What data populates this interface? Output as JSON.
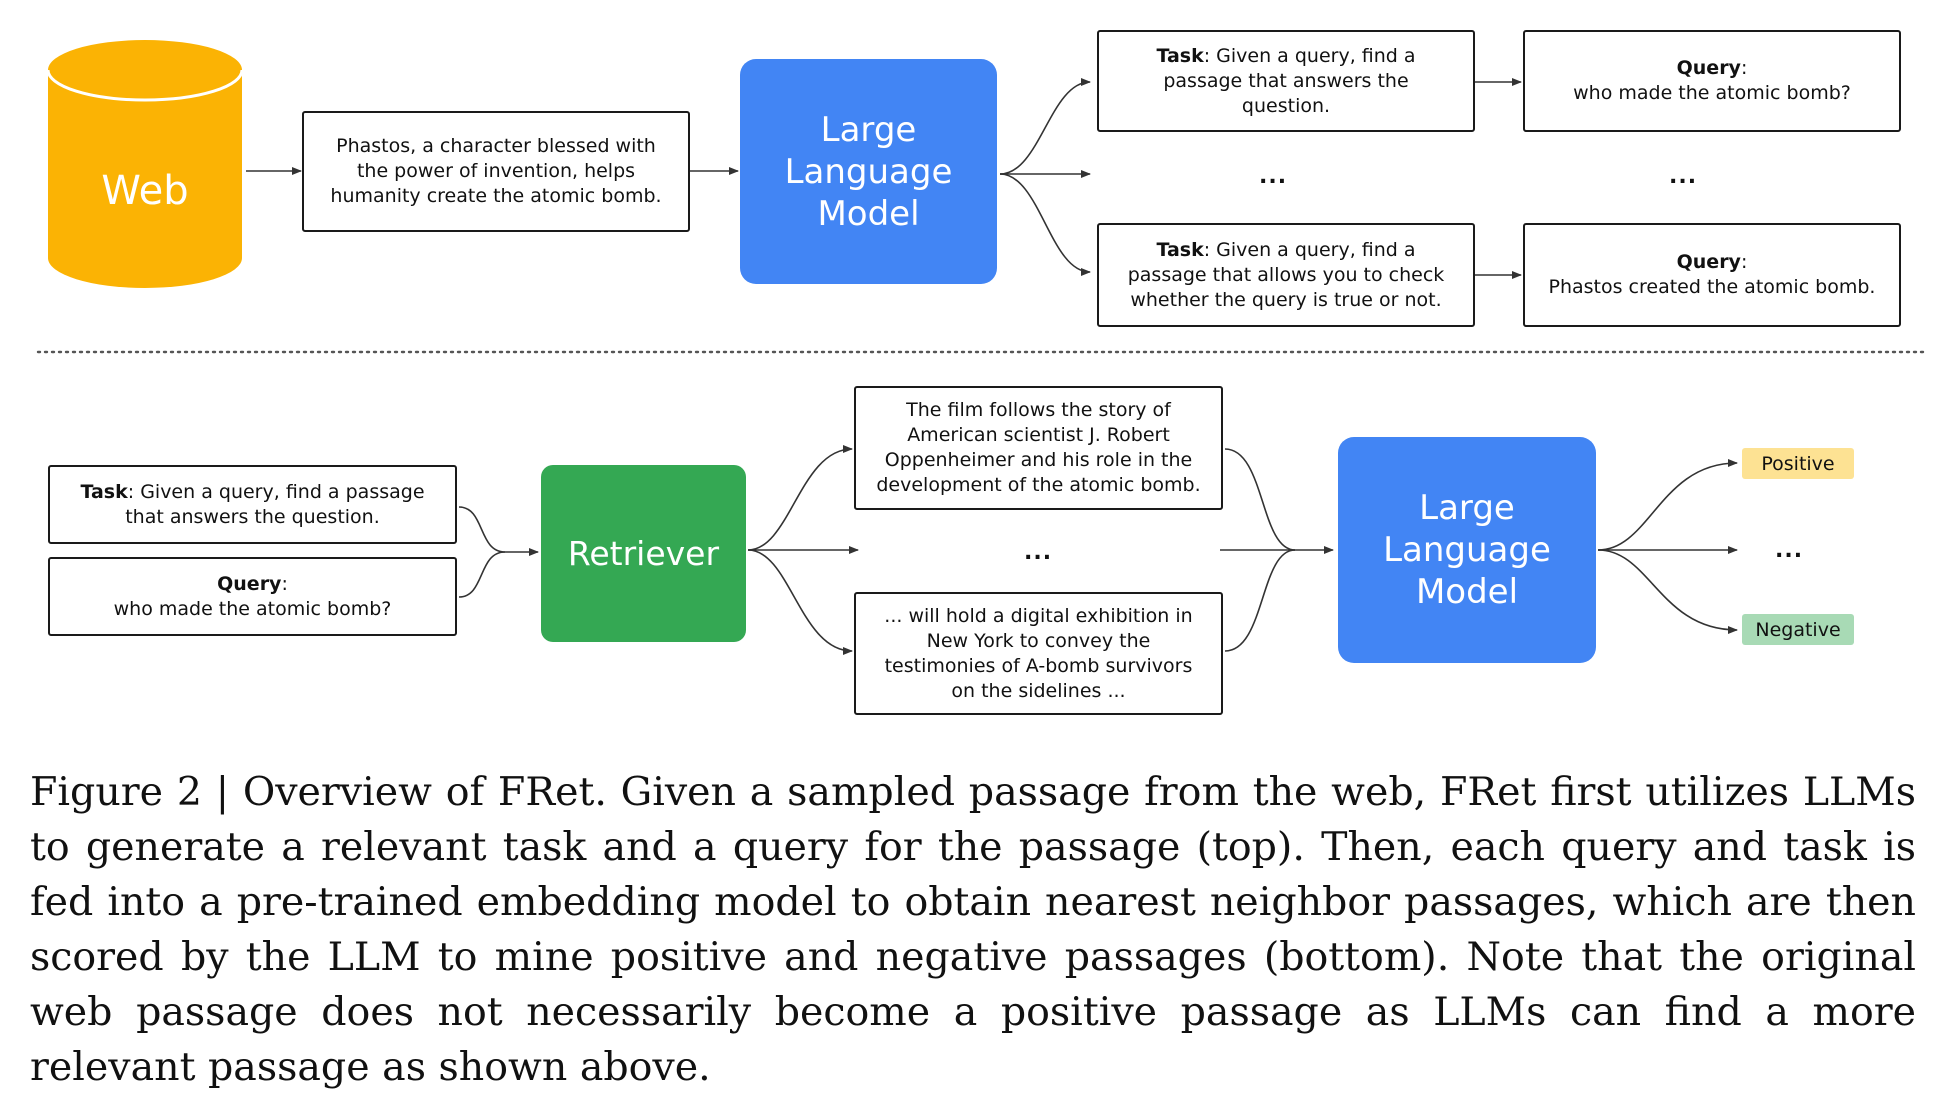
{
  "top": {
    "web_label": "Web",
    "passage": "Phastos, a character blessed with the power of invention, helps humanity create the atomic bomb.",
    "llm": [
      "Large",
      "Language",
      "Model"
    ],
    "task1_label": "Task",
    "task1_text": ": Given a query, find a passage that answers the question.",
    "query1_label": "Query",
    "query1_text": "who made the atomic bomb?",
    "ellipsis_task": "...",
    "ellipsis_query": "...",
    "task2_label": "Task",
    "task2_text": ": Given a query, find a passage that allows you to check whether the query is true or not.",
    "query2_label": "Query",
    "query2_text": "Phastos created the atomic bomb."
  },
  "bottom": {
    "task_label": "Task",
    "task_text": ": Given a query, find a passage that answers the question.",
    "query_label": "Query",
    "query_text": "who made the atomic bomb?",
    "retriever": "Retriever",
    "passage1": "The film follows the story of American scientist J. Robert Oppenheimer and his role in the development of the atomic bomb.",
    "ellipsis_passage": "...",
    "passage2": "... will hold a digital exhibition in New York to convey the testimonies of A-bomb survivors on the sidelines ...",
    "llm": [
      "Large",
      "Language",
      "Model"
    ],
    "positive": "Positive",
    "ellipsis_label": "...",
    "negative": "Negative"
  },
  "caption": "Figure 2 | Overview of FRet.  Given a sampled passage from the web, FRet first utilizes LLMs to generate a relevant task and a query for the passage (top). Then, each query and task is fed into a pre-trained embedding model to obtain nearest neighbor passages, which are then scored by the LLM to mine positive and negative passages (bottom). Note that the original web passage does not necessarily become a positive passage as LLMs can find a more relevant passage as shown above.",
  "colors": {
    "web": "#fbb304",
    "llm": "#4285f4",
    "retriever": "#34a853",
    "positive": "#fde293",
    "negative": "#a8dab5",
    "ink": "#1a1a1a"
  }
}
